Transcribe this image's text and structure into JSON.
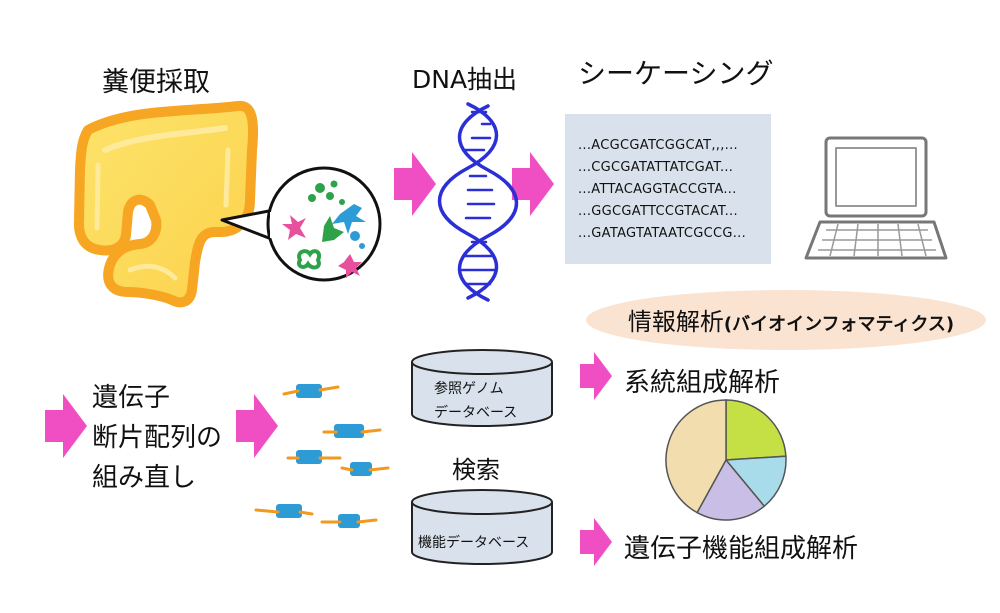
{
  "labels": {
    "fecal_sampling": "糞便採取",
    "dna_extraction": "DNA抽出",
    "sequencing": "シーケーシング",
    "informatics": "情報解析",
    "informatics_sub": "(バイオインフォマティクス)",
    "reassembly_line1": "遺伝子",
    "reassembly_line2": "断片配列の",
    "reassembly_line3": "組み直し",
    "reference_db_line1": "参照ゲノム",
    "reference_db_line2": "データベース",
    "search": "検索",
    "function_db": "機能データベース",
    "phylogenetic": "系統組成解析",
    "gene_function": "遺伝子機能組成解析"
  },
  "sequences": [
    "...ACGCGATCGGCAT,,,...",
    "...CGCGATATTATCGAT...",
    "...ATTACAGGTACCGTA...",
    "...GGCGATTCCGTACAT...",
    "...GATAGTATAATCGCCG..."
  ],
  "pie": [
    {
      "value": 0.24,
      "color": "#c4e044"
    },
    {
      "value": 0.15,
      "color": "#a8dcea"
    },
    {
      "value": 0.19,
      "color": "#c9bfe6"
    },
    {
      "value": 0.42,
      "color": "#f2ddaf"
    }
  ],
  "colors": {
    "arrow": "#ef4fc3",
    "db_fill": "#d9e2ec",
    "intestine": "#f7a623",
    "intestine_fill": "#fde36a",
    "dna_helix": "#2b2fd6",
    "fragment_blue": "#2d9bd6",
    "fragment_orange": "#f39a1e"
  }
}
